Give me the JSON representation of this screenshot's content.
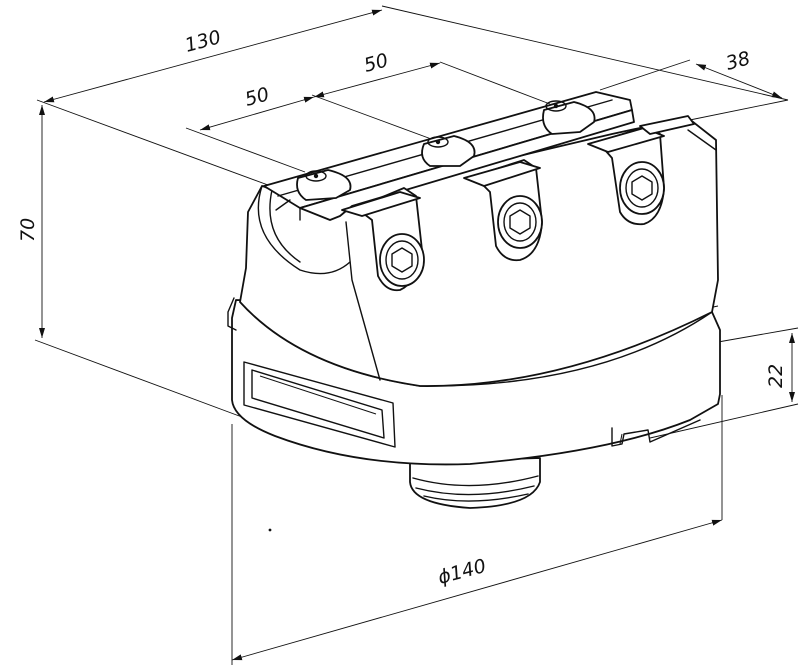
{
  "dimensions": {
    "length": "130",
    "spacing_left": "50",
    "spacing_right": "50",
    "width": "38",
    "height": "70",
    "base_height": "22",
    "diameter": "ϕ140"
  },
  "colors": {
    "line": "#111111",
    "background": "#ffffff"
  }
}
